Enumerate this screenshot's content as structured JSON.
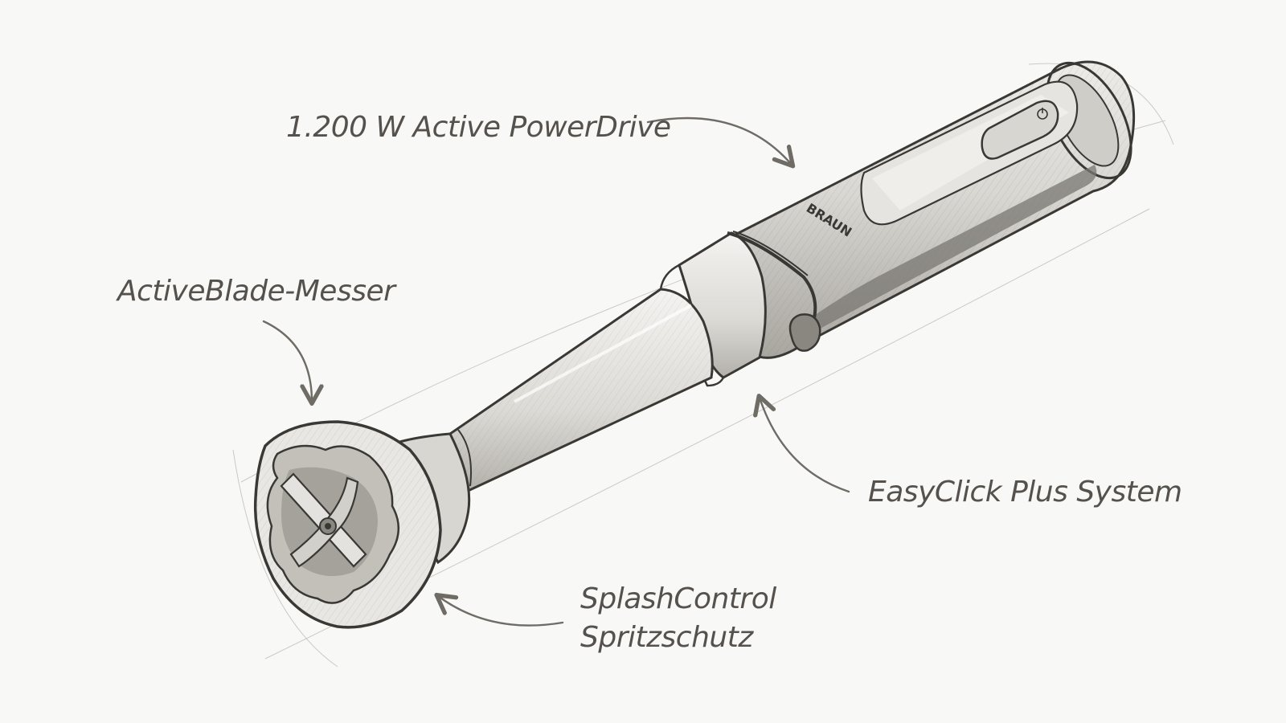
{
  "annotations": {
    "power": "1.200 W Active PowerDrive",
    "blade": "ActiveBlade-Messer",
    "easyclick": "EasyClick Plus System",
    "splash_line1": "SplashControl",
    "splash_line2": "Spritzschutz"
  },
  "brand_mark": "BRAUN",
  "colors": {
    "paper": "#f8f8f6",
    "pencil": "#3a3834",
    "annotation": "#55524d",
    "shade": "#8d8a84"
  }
}
